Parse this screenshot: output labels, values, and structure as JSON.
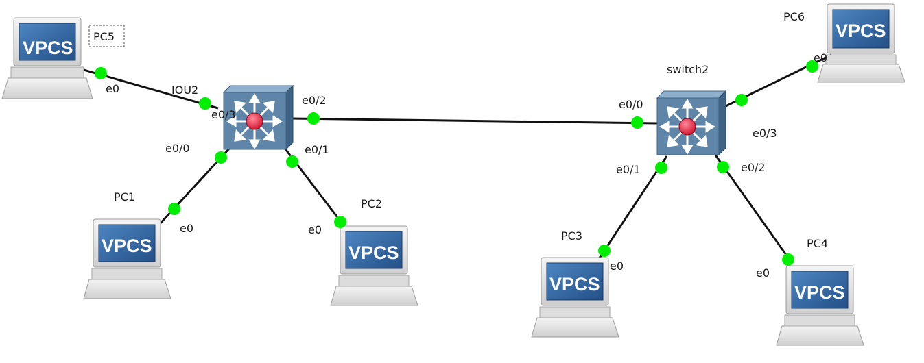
{
  "colors": {
    "link": "#111111",
    "port_dot": "#00ee00",
    "switch_body": "#5f86a8",
    "switch_top": "#8fb0cc",
    "switch_side": "#3f6384",
    "switch_center": "#e8203a",
    "pc_screen": "#2f66a3",
    "pc_frame": "#e6e6e6"
  },
  "devices": {
    "iou2": {
      "label": "IOU2",
      "icon": "switch-icon"
    },
    "switch2": {
      "label": "switch2",
      "icon": "switch-icon"
    },
    "pc1": {
      "label": "PC1",
      "screen_text": "VPCS",
      "icon": "computer-icon"
    },
    "pc2": {
      "label": "PC2",
      "screen_text": "VPCS",
      "icon": "computer-icon"
    },
    "pc3": {
      "label": "PC3",
      "screen_text": "VPCS",
      "icon": "computer-icon"
    },
    "pc4": {
      "label": "PC4",
      "screen_text": "VPCS",
      "icon": "computer-icon"
    },
    "pc5": {
      "label": "PC5",
      "screen_text": "VPCS",
      "icon": "computer-icon"
    },
    "pc6": {
      "label": "PC6",
      "screen_text": "VPCS",
      "icon": "computer-icon"
    }
  },
  "ports": {
    "pc5_e0": "e0",
    "iou2_e0_3": "e0/3",
    "iou2_e0_2": "e0/2",
    "iou2_e0_0": "e0/0",
    "iou2_e0_1": "e0/1",
    "pc1_e0": "e0",
    "pc2_e0": "e0",
    "sw2_e0_0": "e0/0",
    "sw2_e0_3": "e0/3",
    "sw2_e0_1": "e0/1",
    "sw2_e0_2": "e0/2",
    "pc3_e0": "e0",
    "pc4_e0": "e0",
    "pc6_e0": "e0"
  }
}
